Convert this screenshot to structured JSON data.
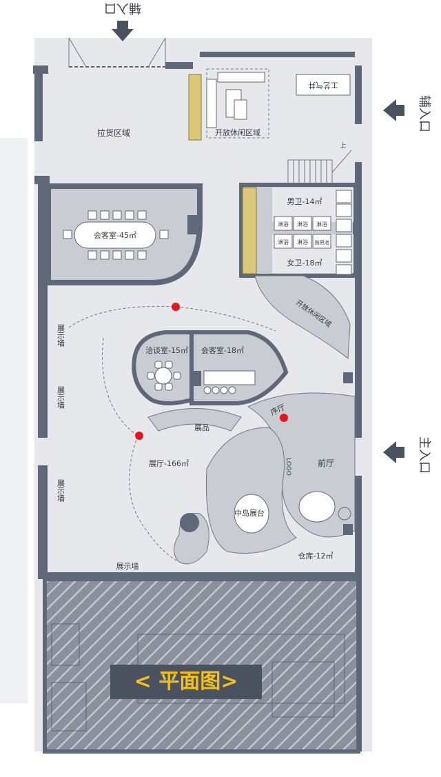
{
  "colors": {
    "floor": "#e6e8ec",
    "room_fill": "#c9ccd3",
    "wall": "#5f6878",
    "hatch_bg": "#8a909c",
    "hatch_line": "#c3c7cf",
    "marker": "#e8141c",
    "caption_bg": "#4a5260",
    "caption_text": "#f2c21b"
  },
  "entrances": {
    "top": "辅入口",
    "right_upper": "辅入口",
    "right_lower": "主入口"
  },
  "rooms": {
    "loading_area": "拉货区域",
    "open_lounge_top": "开放休闲区域",
    "process_gas_well": "工艺气井",
    "meeting_room_large": "会客室-45㎡",
    "mens_restroom": "男卫-14㎡",
    "womens_restroom": "女卫-18㎡",
    "open_lounge_curved": "开放休闲区域",
    "negotiation_room": "洽谈室-15㎡",
    "meeting_room_small": "会客室-18㎡",
    "exhibit_items": "展品",
    "preface_hall": "序厅",
    "front_hall": "前厅",
    "logo_text": "LOGO",
    "exhibition_hall": "展厅-166㎡",
    "island_display": "中岛展台",
    "warehouse": "仓库-12㎡",
    "up_label": "上"
  },
  "display_walls": {
    "left_top": "展示墙",
    "left_middle": "展示墙",
    "left_bottom": "展示墙",
    "bottom": "展示墙"
  },
  "restroom_fixture_label": "淋浴",
  "mop_pool_label": "拖把池",
  "caption": "< 平面图>"
}
